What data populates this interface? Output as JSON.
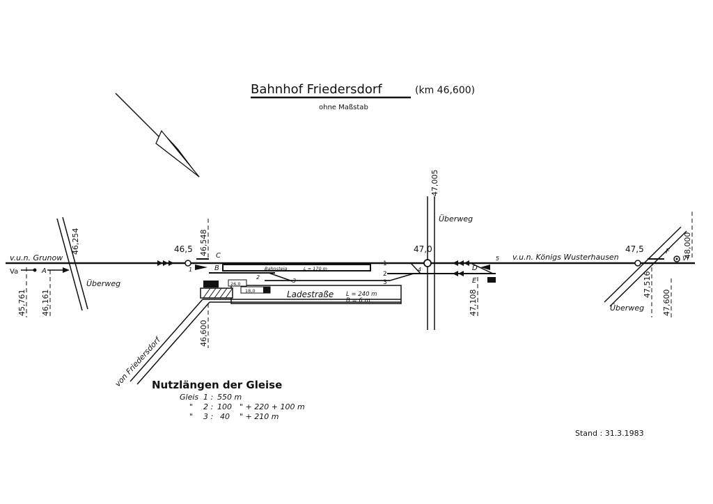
{
  "title": "Bahnhof  Friedersdorf",
  "title_km": "(km 46,600)",
  "subtitle": "ohne Maßstab",
  "stand": "Stand :  31.3.1983",
  "destinations": {
    "left": "v.u.n. Grunow",
    "right": "v.u.n. Königs Wusterhausen",
    "branch": "von Friedersdorf"
  },
  "crossing_label": "Überweg",
  "km_marks": {
    "m45761": "45,761",
    "m46161": "46,161",
    "m46254": "46,254",
    "m465": "46,5",
    "m46548": "46,548",
    "m46600": "46,600",
    "m470": "47,0",
    "m47005": "47,005",
    "m47108": "47,108",
    "m475": "47,5",
    "m47516": "47,516",
    "m47600": "47,600",
    "m48000": "48,000"
  },
  "signals": {
    "va": "Va",
    "a": "A",
    "b": "B",
    "c": "C",
    "d": "D",
    "e": "E",
    "f": "F",
    "vf": "Vf"
  },
  "track_numbers": {
    "t1": "1",
    "t2": "2",
    "t3": "3"
  },
  "switch_numbers": {
    "w1": "1",
    "w2": "2",
    "w3": "3",
    "w4": "4",
    "w5": "5"
  },
  "platform": {
    "name": "Bahnsteig",
    "length": "L = 170 m"
  },
  "loading_road": {
    "name": "Ladestraße",
    "length": "L = 240 m",
    "width": "B =  6 m"
  },
  "ramp_labels": {
    "r1": "26,0",
    "r2": "18,0"
  },
  "useful_lengths": {
    "heading": "Nutzlängen der Gleise",
    "rows": [
      {
        "prefix": "Gleis",
        "num": "1 :",
        "value": "550 m",
        "extra": ""
      },
      {
        "prefix": "\"",
        "num": "2 :",
        "value": "100",
        "extra": "\"  + 220 + 100 m"
      },
      {
        "prefix": "\"",
        "num": "3 :",
        "value": "40",
        "extra": "\"  + 210 m"
      }
    ]
  }
}
